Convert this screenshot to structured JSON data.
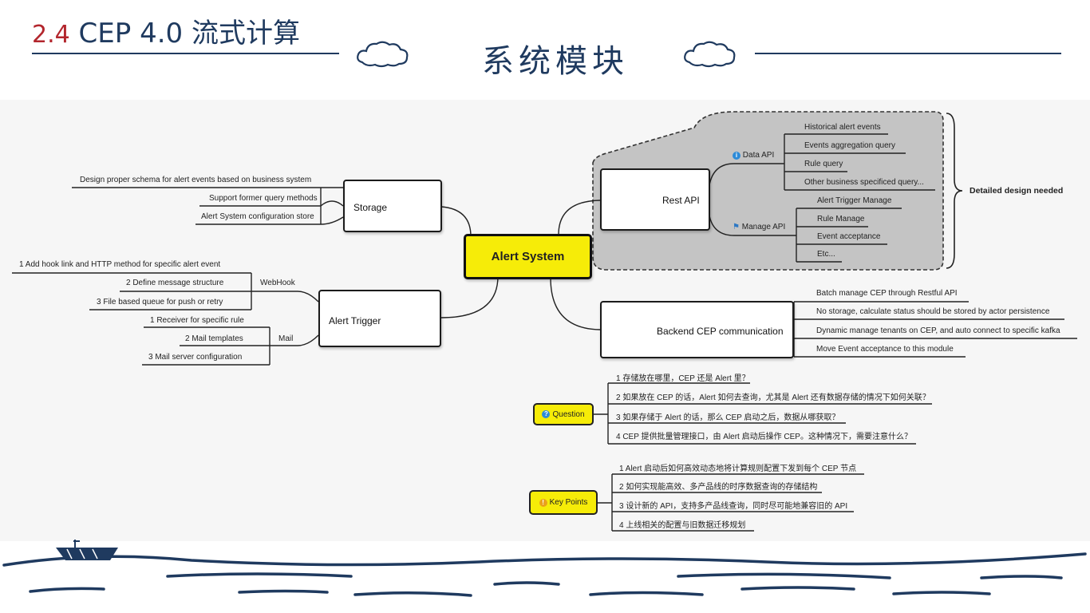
{
  "header": {
    "number": "2.4",
    "title": "CEP 4.0 流式计算",
    "subtitle": "系统模块"
  },
  "mindmap": {
    "central": "Alert System",
    "storage": {
      "label": "Storage",
      "items": [
        "Design proper schema for alert events based on business system",
        "Support former query methods",
        "Alert System configuration store"
      ]
    },
    "alert_trigger": {
      "label": "Alert Trigger",
      "webhook": {
        "label": "WebHook",
        "items": [
          "1  Add hook link and HTTP method for specific alert event",
          "2  Define message structure",
          "3  File based queue for push or retry"
        ]
      },
      "mail": {
        "label": "Mail",
        "items": [
          "1  Receiver for specific rule",
          "2  Mail templates",
          "3  Mail server configuration"
        ]
      }
    },
    "rest_api": {
      "label": "Rest API",
      "note": "Detailed design needed",
      "data_api": {
        "label": "Data API",
        "items": [
          "Historical alert events",
          "Events aggregation query",
          "Rule query",
          "Other business specificed query..."
        ]
      },
      "manage_api": {
        "label": "Manage API",
        "items": [
          "Alert Trigger Manage",
          "Rule Manage",
          "Event acceptance",
          "Etc..."
        ]
      }
    },
    "backend": {
      "label": "Backend CEP communication",
      "items": [
        "Batch manage CEP through Restful API",
        "No storage, calculate status should be stored by actor persistence",
        "Dynamic manage tenants on CEP, and auto connect to specific kafka",
        "Move Event acceptance to this module"
      ]
    },
    "question": {
      "label": "Question",
      "items": [
        "1  存储放在哪里，CEP 还是 Alert 里？",
        "2  如果放在 CEP 的话，Alert 如何去查询，尤其是 Alert 还有数据存储的情况下如何关联？",
        "3  如果存储于 Alert 的话，那么 CEP 启动之后，数据从哪获取？",
        "4  CEP 提供批量管理接口，由 Alert 启动后操作 CEP。这种情况下，需要注意什么？"
      ]
    },
    "key_points": {
      "label": "Key Points",
      "items": [
        "1  Alert 启动后如何高效动态地将计算规则配置下发到每个 CEP 节点",
        "2  如何实现能高效、多产品线的时序数据查询的存储结构",
        "3  设计新的 API，支持多产品线查询，同时尽可能地兼容旧的 API",
        "4  上线相关的配置与旧数据迁移规划"
      ]
    }
  },
  "colors": {
    "title_number": "#b3262d",
    "title_text": "#1f3a5f",
    "central_fill": "#f6ec08",
    "group_fill": "#c4c4c4",
    "info_icon": "#2d8bd8",
    "warn_icon": "#e9a21b"
  }
}
